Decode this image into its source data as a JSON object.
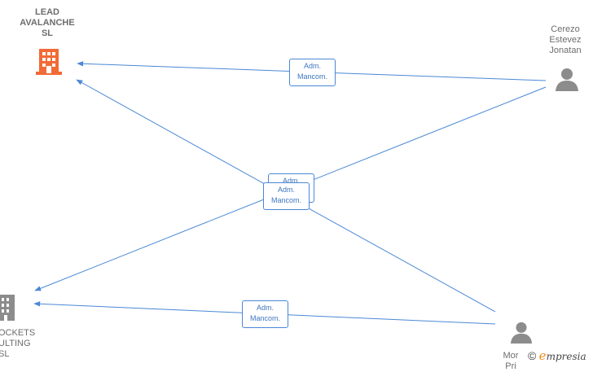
{
  "nodes": {
    "lead_avalanche": {
      "label": "LEAD\nAVALANCHE\nSL",
      "type": "company",
      "color": "#f26a35"
    },
    "cerezo": {
      "label": "Cerezo\nEstevez\nJonatan",
      "type": "person",
      "color": "#8c8c8c"
    },
    "rockets": {
      "label": "OCKETS\nULTING\nSL",
      "type": "company",
      "color": "#8c8c8c"
    },
    "mor": {
      "label": "Mor\nPri",
      "type": "person",
      "color": "#8c8c8c"
    }
  },
  "edges": {
    "e1": "Adm.\nMancom.",
    "e2": "Adm.\nMancom.",
    "e3": "Adm.\nMancom.",
    "e4": "Adm.\nMancom."
  },
  "edge_color": "#4a88d6",
  "brand": {
    "copyright": "©",
    "initial": "e",
    "name": "mpresia"
  }
}
